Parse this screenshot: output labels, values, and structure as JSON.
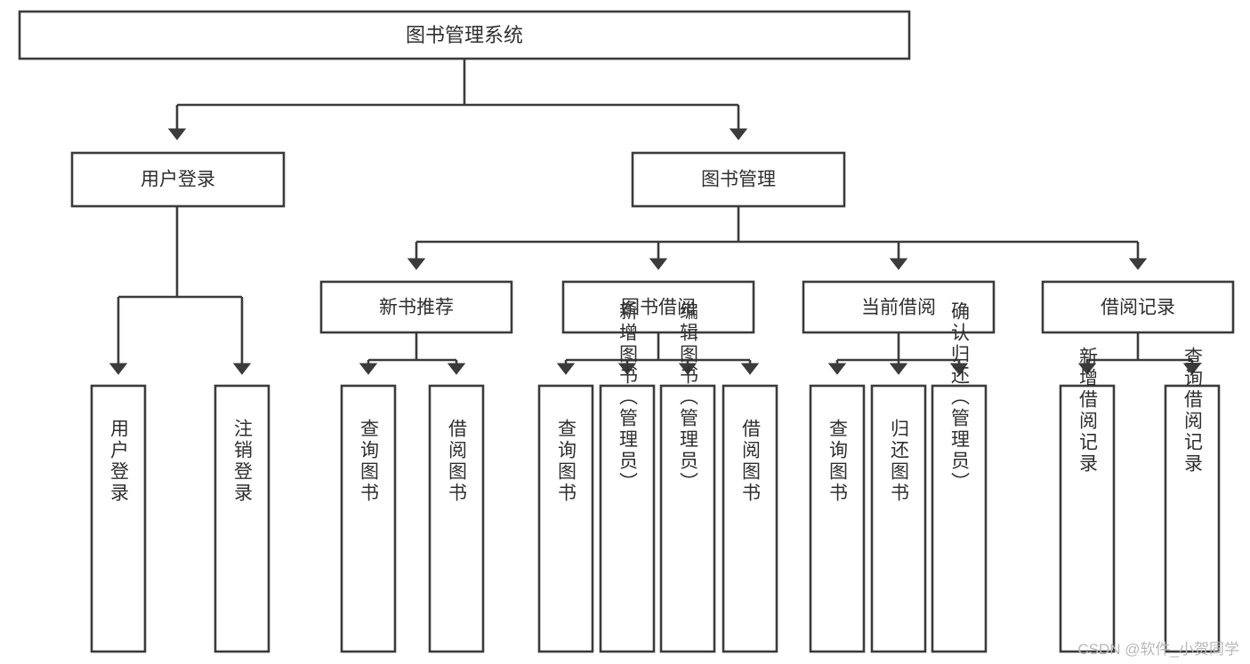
{
  "diagram": {
    "type": "tree",
    "title": "图书管理系统",
    "watermark": "CSDN @软件_小贺同学",
    "colors": {
      "box_stroke": "#3b3b3b",
      "box_fill": "#ffffff",
      "text": "#2f2f2f",
      "connector": "#3b3b3b",
      "watermark": "#b9b9b9",
      "background": "#ffffff"
    },
    "root": {
      "label": "图书管理系统"
    },
    "level2": [
      {
        "label": "用户登录"
      },
      {
        "label": "图书管理"
      }
    ],
    "level3": [
      {
        "label": "新书推荐"
      },
      {
        "label": "图书借阅"
      },
      {
        "label": "当前借阅"
      },
      {
        "label": "借阅记录"
      }
    ],
    "leaves": {
      "user_login": [
        {
          "label": "用户登录"
        },
        {
          "label": "注销登录"
        }
      ],
      "new_book_recommend": [
        {
          "label": "查询图书"
        },
        {
          "label": "借阅图书"
        }
      ],
      "book_borrow": [
        {
          "label": "查询图书"
        },
        {
          "label": "新增图书（管理员）"
        },
        {
          "label": "编辑图书（管理员）"
        },
        {
          "label": "借阅图书"
        }
      ],
      "current_borrow": [
        {
          "label": "查询图书"
        },
        {
          "label": "归还图书"
        },
        {
          "label": "确认归还（管理员）"
        }
      ],
      "borrow_record": [
        {
          "label": "新增借阅记录"
        },
        {
          "label": "查询借阅记录"
        }
      ]
    }
  }
}
